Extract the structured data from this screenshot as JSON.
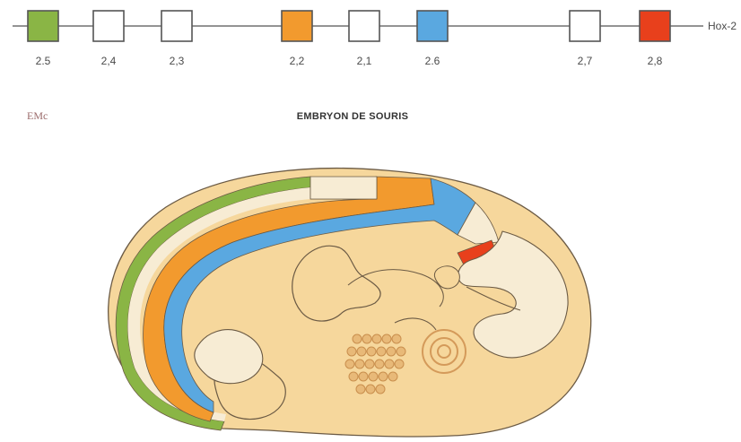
{
  "gene_cluster": {
    "label": "Hox-2",
    "genes": [
      {
        "name": "2.5",
        "color": "#8ab545"
      },
      {
        "name": "2,4",
        "color": "#ffffff"
      },
      {
        "name": "2,3",
        "color": "#ffffff"
      },
      {
        "name": "2,2",
        "color": "#f29a2e"
      },
      {
        "name": "2,1",
        "color": "#ffffff"
      },
      {
        "name": "2.6",
        "color": "#5aa8e0"
      },
      {
        "name": "2,7",
        "color": "#ffffff"
      },
      {
        "name": "2,8",
        "color": "#e8401c"
      }
    ]
  },
  "logo": "EMc",
  "title": "EMBRYON DE SOURIS",
  "colors": {
    "embryo_fill": "#f6d79c",
    "cream": "#f7ecd4",
    "green": "#8ab545",
    "orange": "#f29a2e",
    "blue": "#5aa8e0",
    "red": "#e8401c",
    "outline": "#6b5a44"
  }
}
